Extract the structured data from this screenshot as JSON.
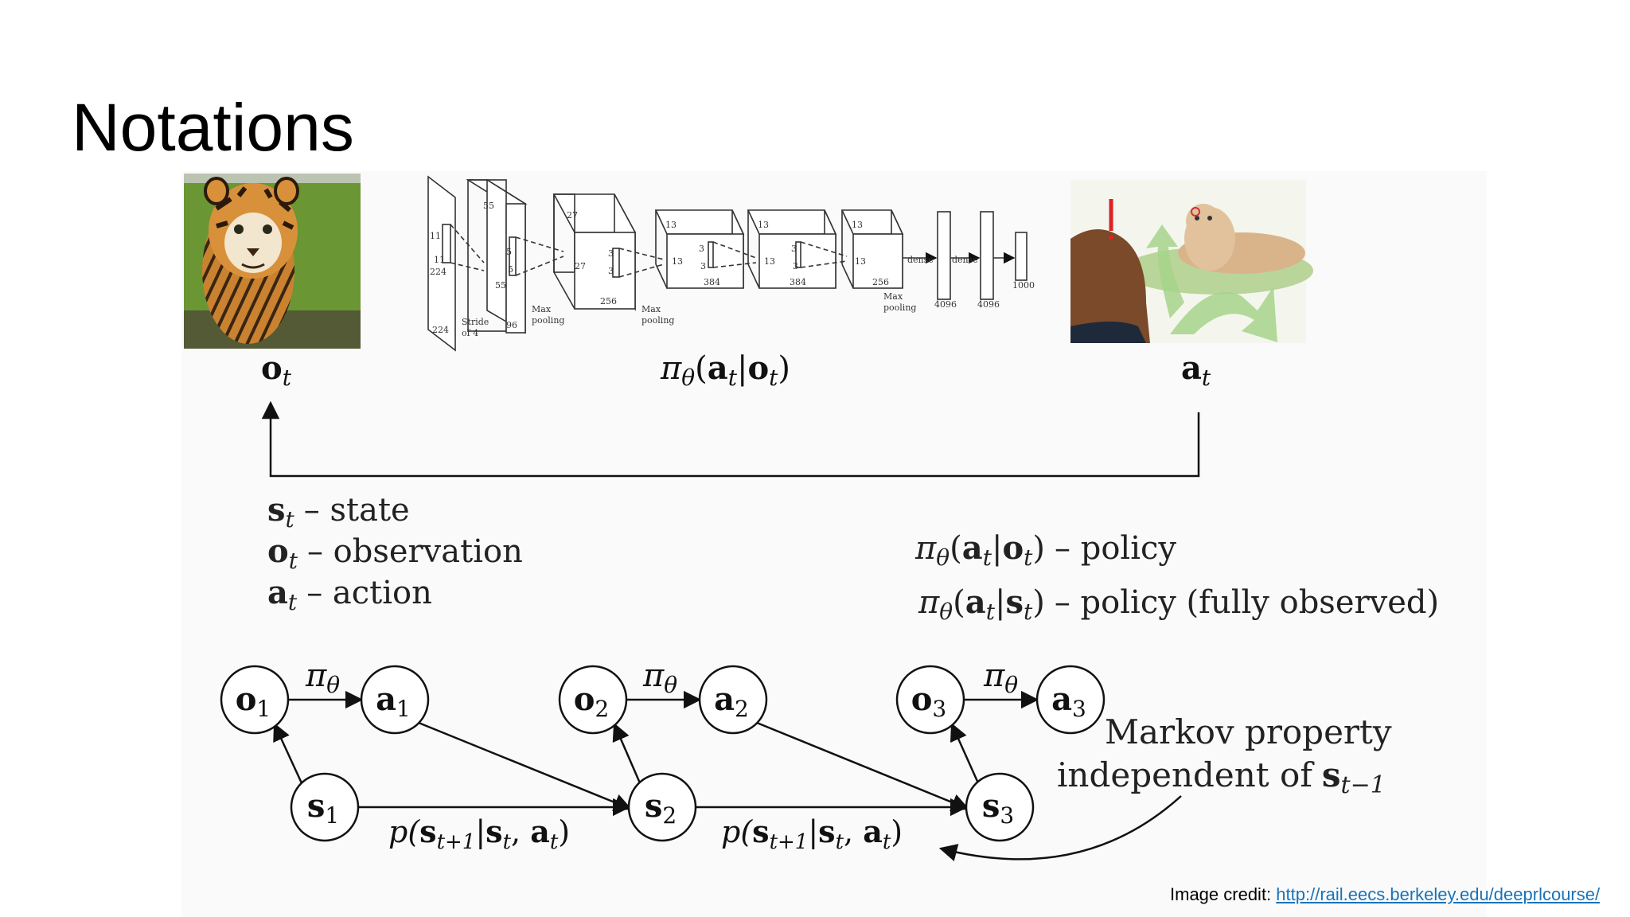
{
  "slide": {
    "title": "Notations"
  },
  "top_row": {
    "obs_label_base": "o",
    "obs_label_sub": "t",
    "policy_label": {
      "pi": "π",
      "theta": "θ",
      "a": "a",
      "t": "t",
      "o": "o"
    },
    "act_label_base": "a",
    "act_label_sub": "t",
    "cnn": {
      "stride_label": "Stride of 4",
      "pool_label_1": "Max pooling",
      "pool_label_2": "Max pooling",
      "pool_label_3": "Max pooling",
      "dims": {
        "in_w": "224",
        "in_h": "224",
        "k1a": "11",
        "k1b": "11",
        "c1a": "55",
        "c1b": "55",
        "c1d": "96",
        "k2a": "5",
        "k2b": "5",
        "c2a": "27",
        "c2b": "27",
        "c2d": "256",
        "k3a": "3",
        "k3b": "3",
        "c3a": "13",
        "c3b": "13",
        "c3d": "384",
        "k4a": "3",
        "k4b": "3",
        "c4a": "13",
        "c4b": "13",
        "c4d": "384",
        "k5a": "3",
        "k5b": "3",
        "c5a": "13",
        "c5b": "13",
        "c5d": "256",
        "dense1": "dense",
        "dense2": "dense",
        "d1": "4096",
        "d2": "4096",
        "d3": "1000"
      }
    }
  },
  "definitions": {
    "left": [
      {
        "sym": "s",
        "sub": "t",
        "text": "– state"
      },
      {
        "sym": "o",
        "sub": "t",
        "text": "– observation"
      },
      {
        "sym": "a",
        "sub": "t",
        "text": "– action"
      }
    ],
    "right": [
      {
        "a": "a",
        "t": "t",
        "cond": "o",
        "text": "– policy"
      },
      {
        "a": "a",
        "t": "t",
        "cond": "s",
        "text": "– policy (fully observed)"
      }
    ]
  },
  "graph": {
    "nodes": {
      "o1": {
        "base": "o",
        "sub": "1"
      },
      "a1": {
        "base": "a",
        "sub": "1"
      },
      "s1": {
        "base": "s",
        "sub": "1"
      },
      "o2": {
        "base": "o",
        "sub": "2"
      },
      "a2": {
        "base": "a",
        "sub": "2"
      },
      "s2": {
        "base": "s",
        "sub": "2"
      },
      "o3": {
        "base": "o",
        "sub": "3"
      },
      "a3": {
        "base": "a",
        "sub": "3"
      },
      "s3": {
        "base": "s",
        "sub": "3"
      }
    },
    "policy_edge_label": {
      "pi": "π",
      "theta": "θ"
    },
    "transition_label": {
      "p": "p(",
      "s": "s",
      "t1": "t+1",
      "bar": "|",
      "st": "s",
      "t": "t",
      "comma": ", ",
      "a": "a",
      "at": "t",
      "close": ")"
    },
    "markov_line1": "Markov property",
    "markov_line2": "independent of",
    "markov_sym": "s",
    "markov_sub": "t−1"
  },
  "credit": {
    "prefix": "Image credit: ",
    "link": "http://rail.eecs.berkeley.edu/deeprlcourse/"
  }
}
